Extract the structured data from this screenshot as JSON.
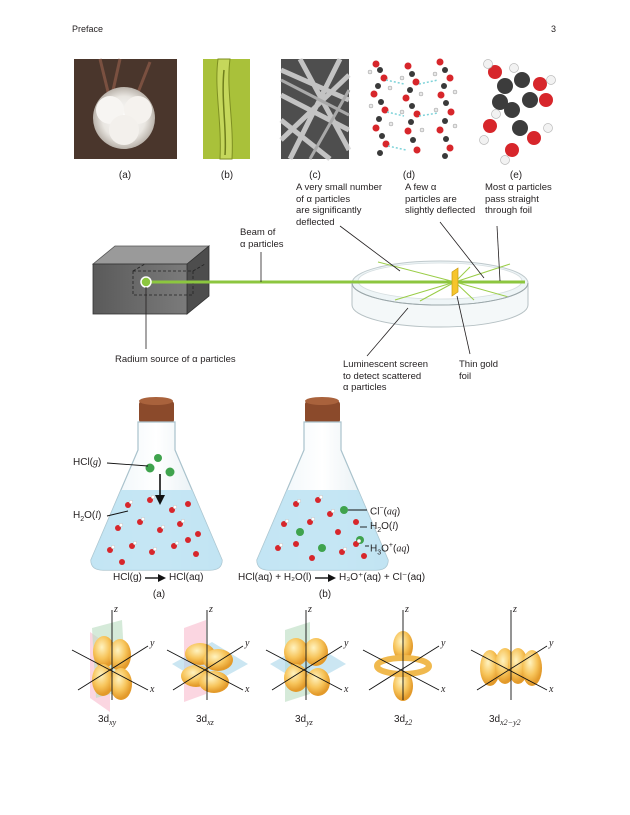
{
  "header": {
    "left": "Preface",
    "right": "3"
  },
  "fig1": {
    "captions": [
      "(a)",
      "(b)",
      "(c)",
      "(d)",
      "(e)"
    ]
  },
  "fig2": {
    "beam_label_1": "Beam of",
    "beam_label_2": "α particles",
    "small_number_1": "A very small number",
    "small_number_2": "of α particles",
    "small_number_3": "are significantly",
    "small_number_4": "deflected",
    "few_1": "A few α",
    "few_2": "particles are",
    "few_3": "slightly deflected",
    "most_1": "Most α particles",
    "most_2": "pass straight",
    "most_3": "through foil",
    "radium": "Radium source of α particles",
    "screen_1": "Luminescent screen",
    "screen_2": "to detect scattered",
    "screen_3": "α particles",
    "foil_1": "Thin gold",
    "foil_2": "foil"
  },
  "fig3": {
    "hcl_g_label": "HCl(",
    "hcl_g_state": "g",
    "h2o_label": "H",
    "h2o_sub": "2",
    "h2o_rest": "O(",
    "h2o_state": "l",
    "cl_label": "Cl",
    "cl_sup": "−",
    "cl_state": "aq",
    "h2o_right": "H",
    "h2o_right_sub": "2",
    "h2o_right_rest": "O(",
    "h2o_right_state": "l",
    "h3o_label": "H",
    "h3o_sub": "3",
    "h3o_o": "O",
    "h3o_sup": "+",
    "h3o_state": "aq",
    "eq_a_left": "HCl(g)",
    "eq_a_right": "HCl(aq)",
    "eq_b_left": "HCl(aq) + H₂O(l)",
    "eq_b_right": "H₃O⁺(aq) + Cl⁻(aq)",
    "caption_a": "(a)",
    "caption_b": "(b)"
  },
  "fig4": {
    "axis_z": "z",
    "axis_y": "y",
    "axis_x": "x",
    "orbitals": [
      {
        "main": "3d",
        "sub": "xy"
      },
      {
        "main": "3d",
        "sub": "xz"
      },
      {
        "main": "3d",
        "sub": "yz"
      },
      {
        "main": "3d",
        "sub": "z2"
      },
      {
        "main": "3d",
        "sub": "x2−y2"
      }
    ]
  },
  "colors": {
    "beam": "#8cc63f",
    "foil": "#f6c52c",
    "cork": "#8b4a2b",
    "solution": "#bfe3f3"
  }
}
